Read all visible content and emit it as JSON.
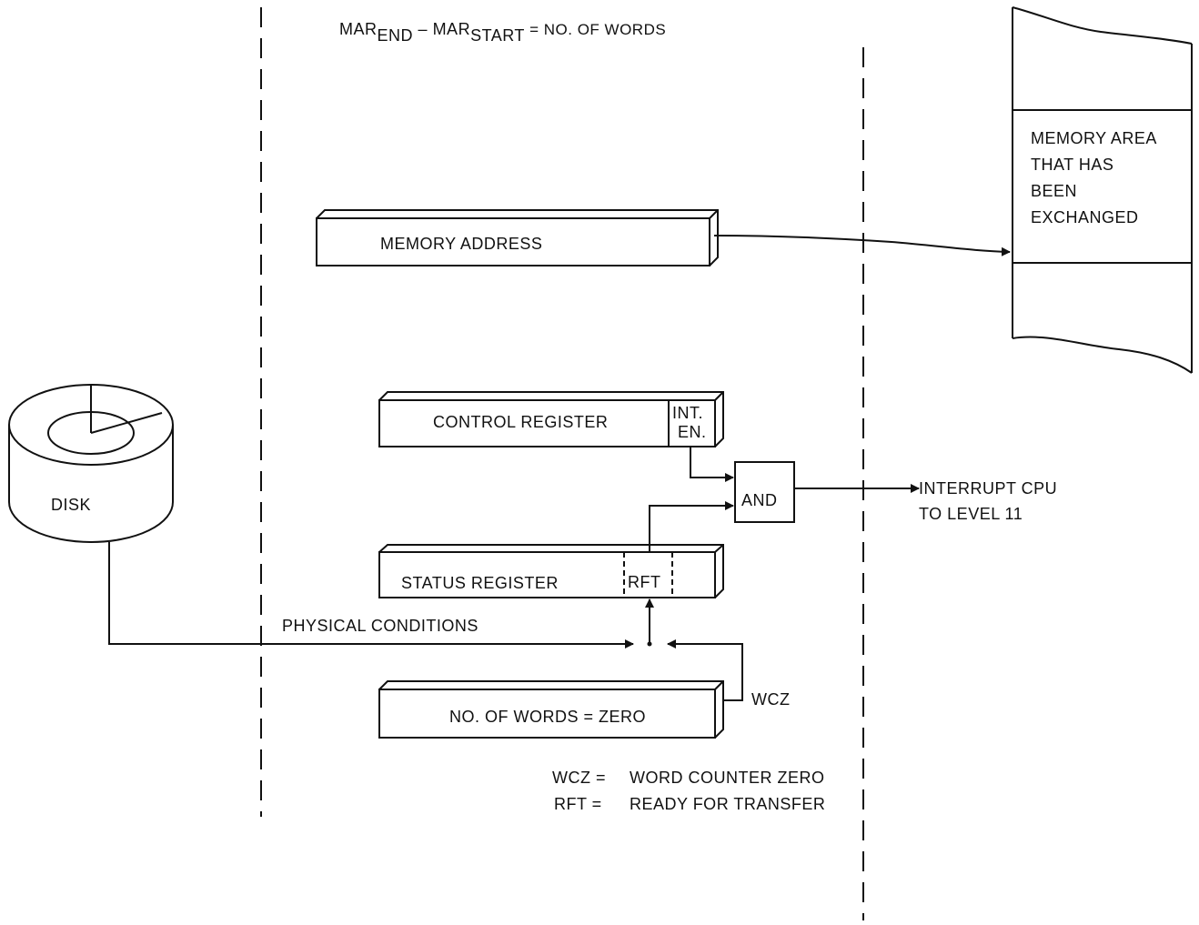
{
  "formula": {
    "mar1": "MAR",
    "sub1": "END",
    "minus": "–",
    "mar2": "MAR",
    "sub2": "START",
    "rest": "= NO. OF WORDS"
  },
  "memory_area": {
    "line1": "MEMORY AREA",
    "line2": "THAT HAS",
    "line3": "BEEN",
    "line4": "EXCHANGED"
  },
  "registers": {
    "memory_address": "MEMORY ADDRESS",
    "control_register": "CONTROL REGISTER",
    "int_en_line1": "INT.",
    "int_en_line2": "EN.",
    "status_register": "STATUS REGISTER",
    "rft": "RFT",
    "word_count": "NO. OF WORDS = ZERO"
  },
  "disk": {
    "label": "DISK"
  },
  "gate": {
    "label": "AND"
  },
  "output": {
    "line1": "INTERRUPT CPU",
    "line2": "TO LEVEL 11"
  },
  "signals": {
    "physical_conditions": "PHYSICAL CONDITIONS",
    "wcz": "WCZ"
  },
  "legend": {
    "wcz_abbr": "WCZ =",
    "wcz_def": "WORD  COUNTER ZERO",
    "rft_abbr": "RFT =",
    "rft_def": "READY FOR TRANSFER"
  }
}
